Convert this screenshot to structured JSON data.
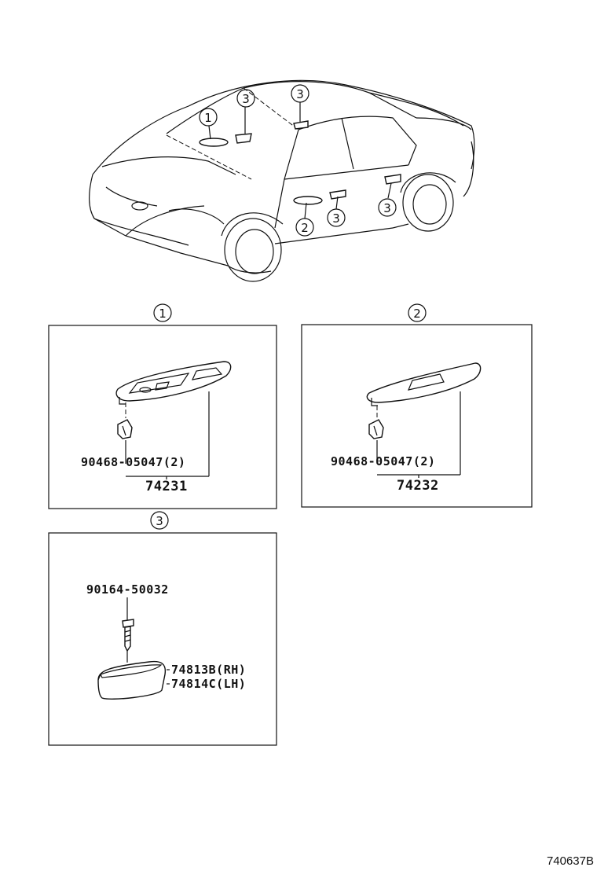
{
  "car_callouts": [
    "1",
    "3",
    "3",
    "2",
    "3",
    "3"
  ],
  "panels": [
    {
      "callout": "1",
      "clip_part": "90468-05047(2)",
      "main_part": "74231"
    },
    {
      "callout": "2",
      "clip_part": "90468-05047(2)",
      "main_part": "74232"
    },
    {
      "callout": "3",
      "screw_part": "90164-50032",
      "cup_part_rh": "74813B(RH)",
      "cup_part_lh": "74814C(LH)"
    }
  ],
  "diagram_ref": "740637B"
}
